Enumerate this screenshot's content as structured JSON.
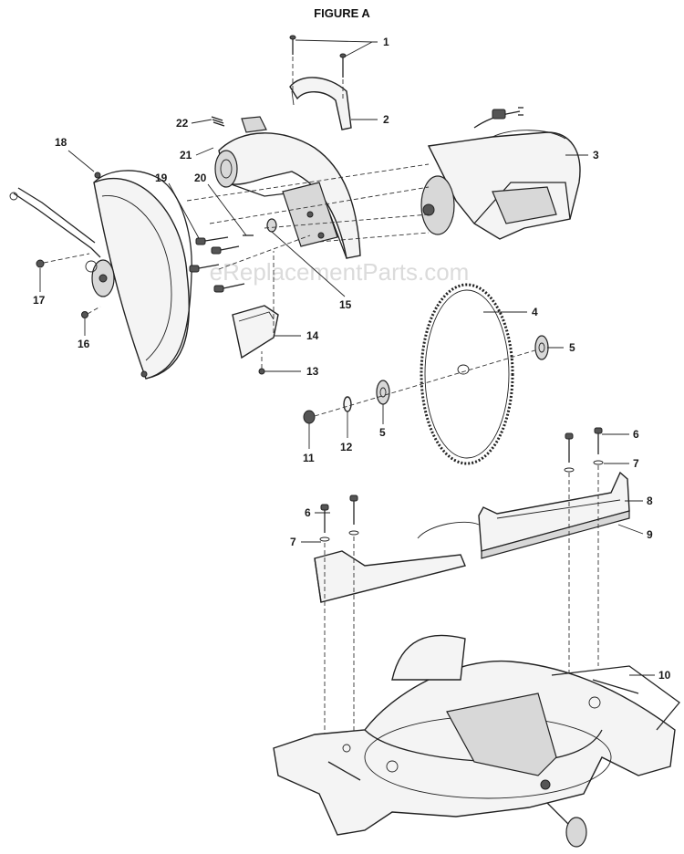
{
  "figure": {
    "title": "FIGURE A"
  },
  "watermark": {
    "text": "eReplacementParts.com"
  },
  "callouts": {
    "c1": "1",
    "c2": "2",
    "c3": "3",
    "c4": "4",
    "c5a": "5",
    "c5b": "5",
    "c6a": "6",
    "c6b": "6",
    "c7a": "7",
    "c7b": "7",
    "c8": "8",
    "c9": "9",
    "c10": "10",
    "c11": "11",
    "c12": "12",
    "c13": "13",
    "c14": "14",
    "c15": "15",
    "c16": "16",
    "c17": "17",
    "c18": "18",
    "c19": "19",
    "c20": "20",
    "c21": "21",
    "c22": "22"
  }
}
